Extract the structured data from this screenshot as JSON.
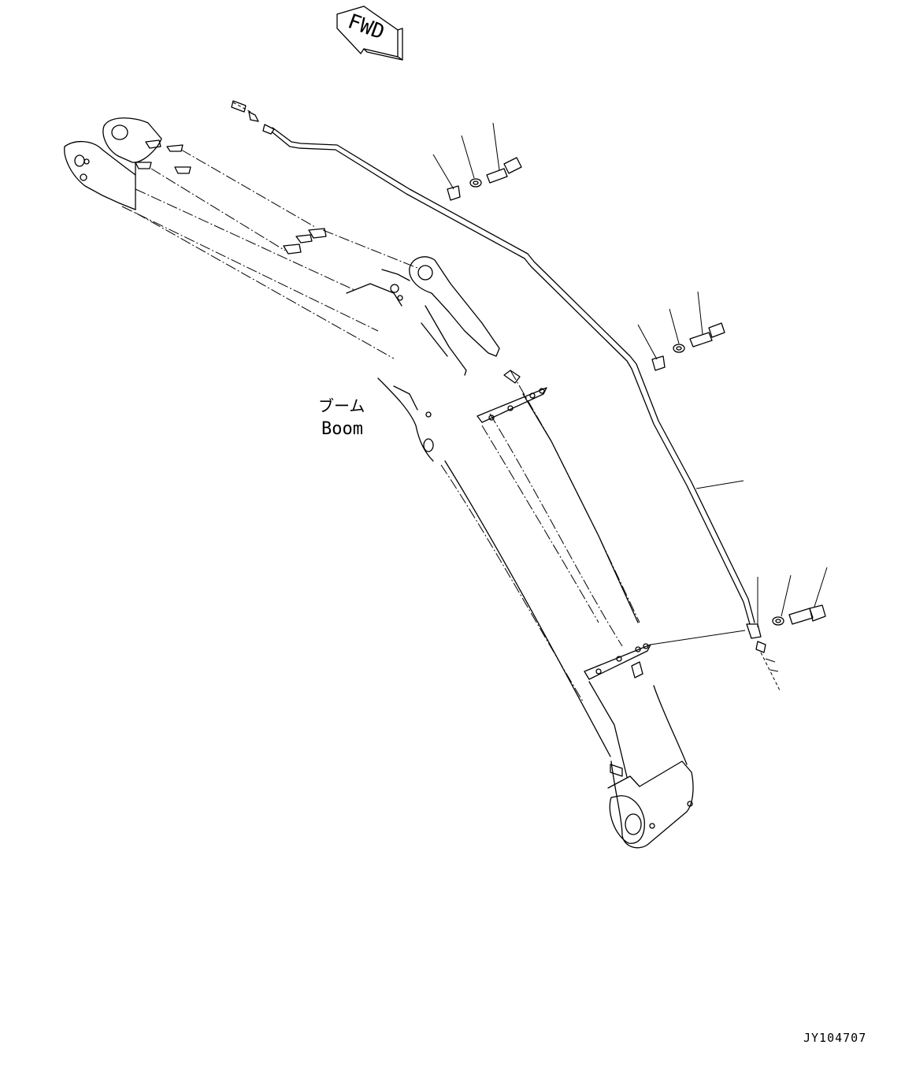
{
  "diagram": {
    "fwd_label": "FWD",
    "boom_label_jp": "ブーム",
    "boom_label_en": "Boom",
    "drawing_number": "JY104707"
  }
}
